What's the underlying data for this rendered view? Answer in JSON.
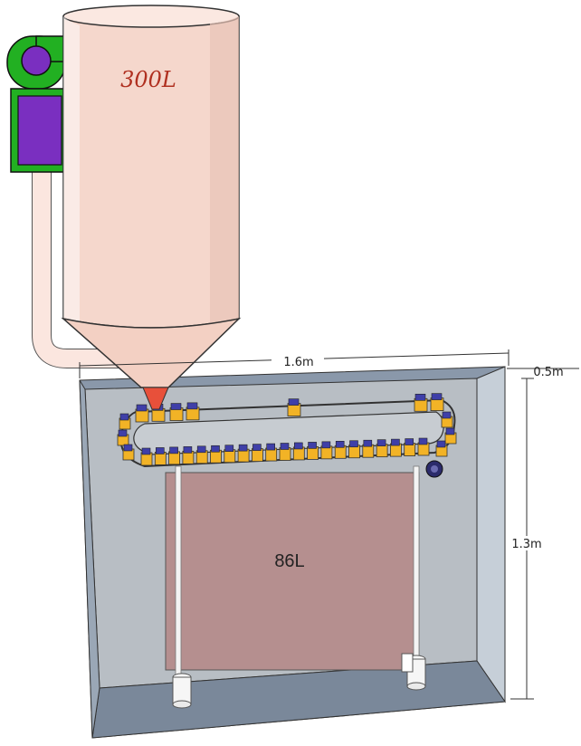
{
  "labels": {
    "silo_capacity": "300L",
    "tank_capacity": "86L",
    "dim_length": "1.6m",
    "dim_depth": "0.5m",
    "dim_height": "1.3m"
  },
  "colors": {
    "silo": "#f5d7cc",
    "pipe": "#fbe6df",
    "blower_green": "#22b022",
    "blower_purple": "#7a2fc0",
    "box_front": "#8795a6",
    "box_inside": "#b9bfc5",
    "tank": "#b58f8f",
    "conveyor_yellow": "#f2b326",
    "conveyor_blue": "#3f3fa8",
    "outlet_cone": "#e8503a"
  },
  "icons": [
    "blower-icon",
    "silo-icon",
    "conveyor-icon",
    "tank-icon"
  ]
}
